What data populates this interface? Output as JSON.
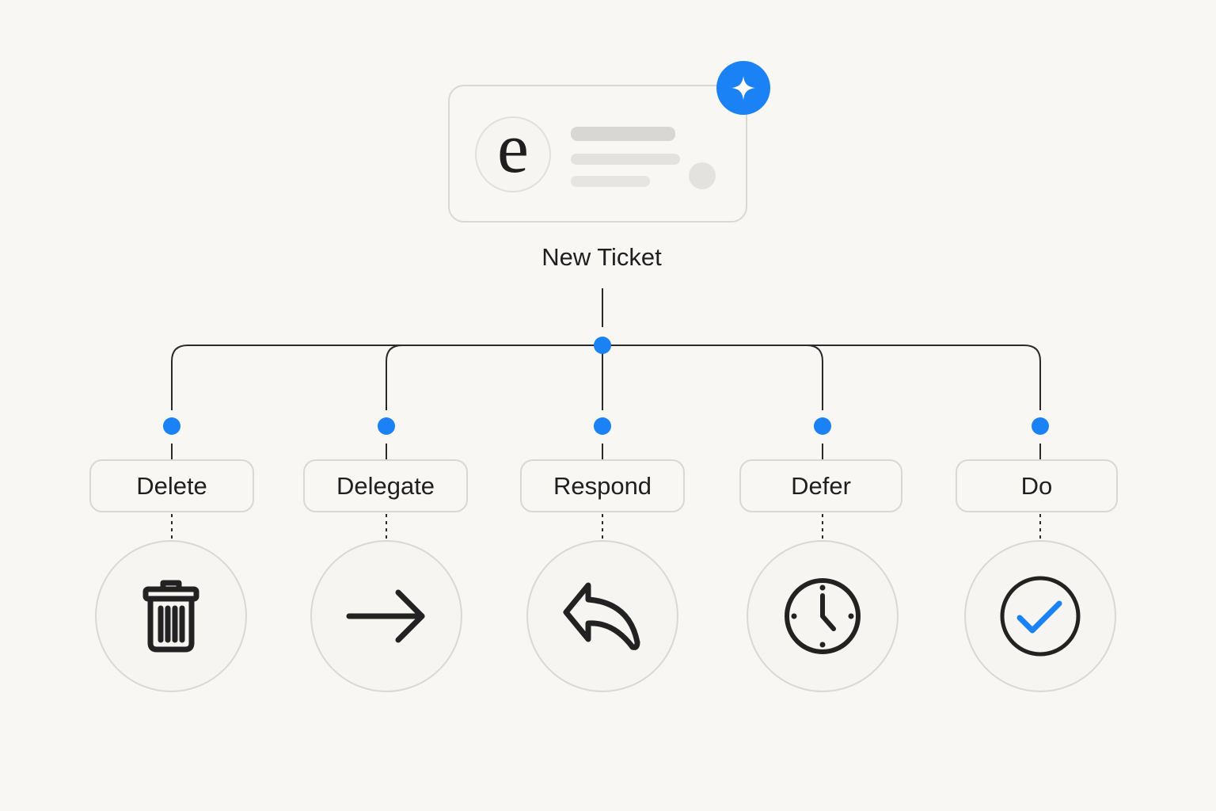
{
  "root": {
    "avatar_letter": "e",
    "label": "New Ticket",
    "badge_icon": "sparkle-icon"
  },
  "colors": {
    "accent": "#1a82f5",
    "background": "#f8f7f3",
    "border": "#d9d8d4",
    "ink": "#1f1f1f"
  },
  "branches": [
    {
      "label": "Delete",
      "icon": "trash-icon"
    },
    {
      "label": "Delegate",
      "icon": "arrow-right-icon"
    },
    {
      "label": "Respond",
      "icon": "reply-icon"
    },
    {
      "label": "Defer",
      "icon": "clock-icon"
    },
    {
      "label": "Do",
      "icon": "check-circle-icon"
    }
  ]
}
